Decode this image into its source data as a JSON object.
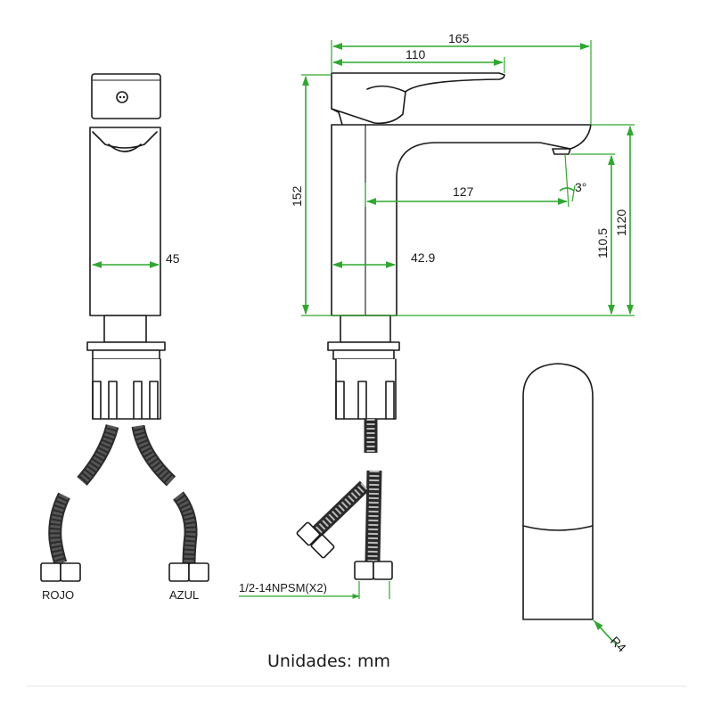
{
  "dimensions": {
    "overall_length": "165",
    "handle_length": "110",
    "overall_height": "152",
    "spout_reach": "127",
    "spout_angle": "3°",
    "spout_height": "110.5",
    "body_height": "1120",
    "body_width_side": "45",
    "body_width_front": "42.9",
    "corner_radius": "R4"
  },
  "labels": {
    "hot_hose": "ROJO",
    "cold_hose": "AZUL",
    "thread": "1/2-14NPSM(X2)"
  },
  "footer": {
    "units": "Unidades: mm"
  },
  "colors": {
    "dimension_lines": "#2fa82f",
    "outline": "#1a1a1a"
  }
}
